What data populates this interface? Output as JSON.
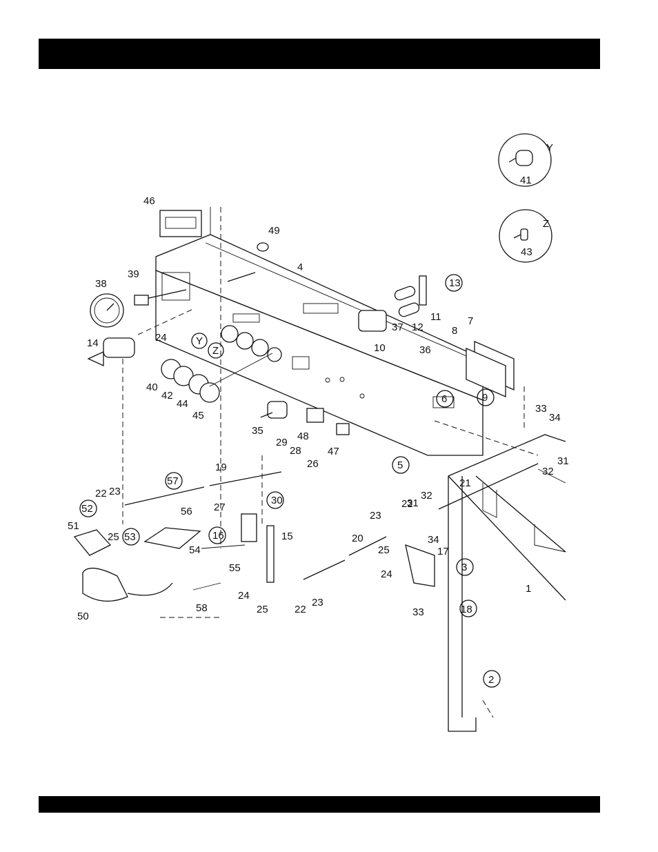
{
  "page": {
    "header_bar_color": "#000000",
    "footer_bar_color": "#000000"
  },
  "labels": {
    "p1": "1",
    "p2": "2",
    "p3": "3",
    "p4": "4",
    "p5": "5",
    "p6": "6",
    "p7": "7",
    "p8": "8",
    "p9": "9",
    "p10": "10",
    "p11": "11",
    "p12": "12",
    "p13": "13",
    "p14": "14",
    "p15": "15",
    "p16": "16",
    "p17": "17",
    "p18": "18",
    "p19": "19",
    "p20": "20",
    "p21": "21",
    "p22a": "22",
    "p22b": "22",
    "p22c": "22",
    "p23a": "23",
    "p23b": "23",
    "p23c": "23",
    "p24a": "24",
    "p24b": "24",
    "p24c": "24",
    "p25a": "25",
    "p25b": "25",
    "p25c": "25",
    "p26": "26",
    "p27": "27",
    "p28": "28",
    "p29": "29",
    "p30": "30",
    "p31a": "31",
    "p31b": "31",
    "p32a": "32",
    "p32b": "32",
    "p33a": "33",
    "p33b": "33",
    "p34a": "34",
    "p34b": "34",
    "p35": "35",
    "p36": "36",
    "p37": "37",
    "p38": "38",
    "p39": "39",
    "p40": "40",
    "p41": "41",
    "p42": "42",
    "p43": "43",
    "p44": "44",
    "p45": "45",
    "p46": "46",
    "p47": "47",
    "p48": "48",
    "p49": "49",
    "p50": "50",
    "p51": "51",
    "p52": "52",
    "p53": "53",
    "p54": "54",
    "p55": "55",
    "p56": "56",
    "p57": "57",
    "p58": "58",
    "Y1": "Y",
    "Z1": "Z",
    "Y2": "Y",
    "Z2": "Z"
  }
}
